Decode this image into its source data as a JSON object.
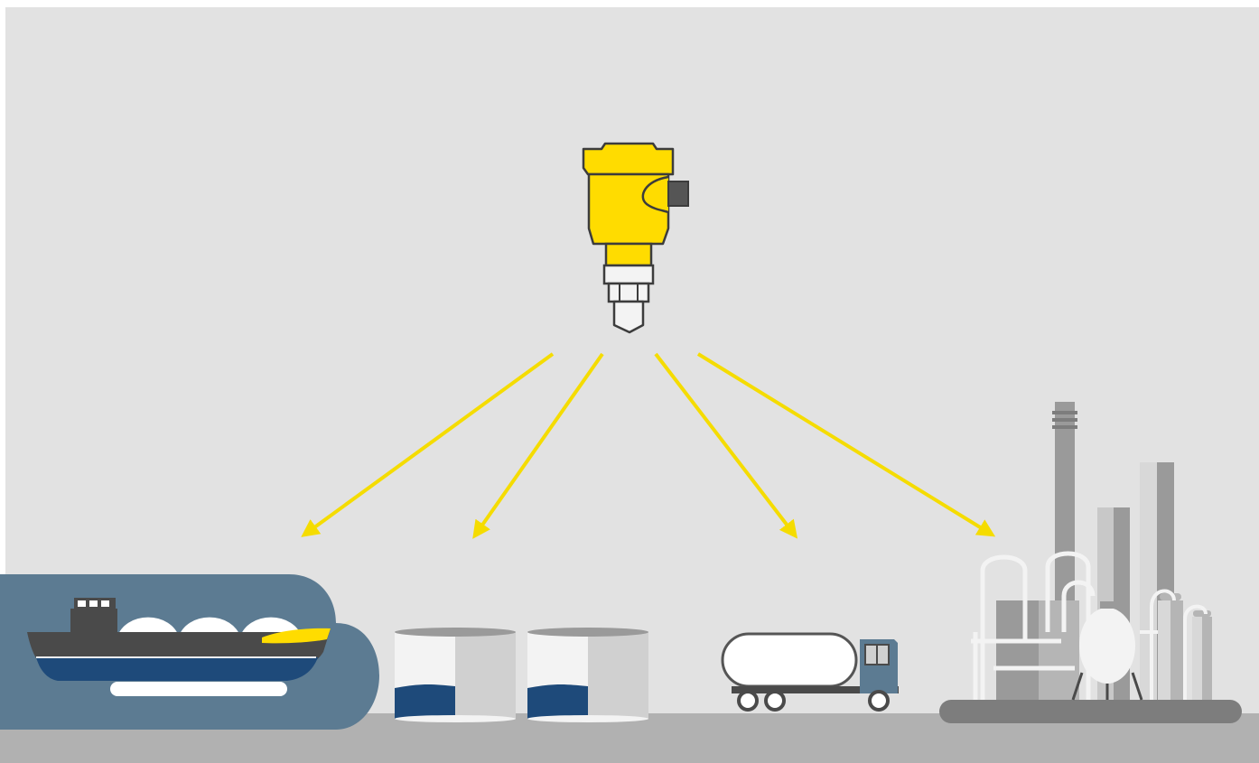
{
  "colors": {
    "background": "#e2e2e2",
    "frame": "#ffffff",
    "ground": "#b1b1b1",
    "accent_yellow": "#f5dc00",
    "sensor_yellow": "#ffdc00",
    "outline_dark": "#3c3c3c",
    "water_blue": "#5c7b92",
    "liquid_navy": "#1e4a7a",
    "ship_hull": "#4a4a4a",
    "tank_light": "#f3f3f3",
    "tank_shade": "#d0d0d0",
    "plant_grey": "#9a9a9a",
    "plant_dark": "#7d7d7d"
  },
  "scene": {
    "center_item": {
      "icon": "level-sensor-icon"
    },
    "arrow_count": 4,
    "targets": [
      {
        "id": "lng-carrier",
        "icon": "lng-carrier-ship-icon"
      },
      {
        "id": "storage-tanks",
        "icon": "storage-tank-icon",
        "count": 2,
        "fill_level": 0.35
      },
      {
        "id": "tanker-truck",
        "icon": "tanker-truck-icon"
      },
      {
        "id": "refinery",
        "icon": "refinery-plant-icon"
      }
    ]
  }
}
